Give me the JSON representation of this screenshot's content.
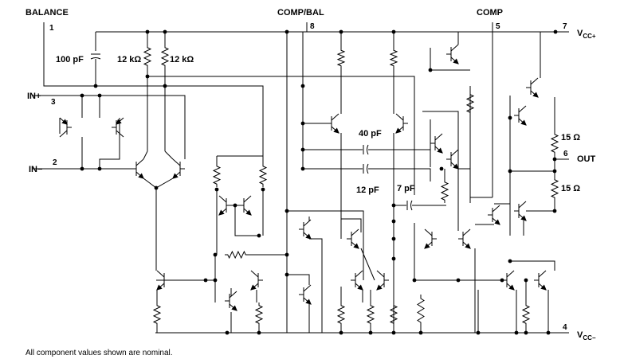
{
  "labels": {
    "balance": "BALANCE",
    "comp_bal": "COMP/BAL",
    "comp": "COMP",
    "in_plus": "IN+",
    "in_minus": "IN−",
    "vcc_plus": "V",
    "vcc_plus_sub": "CC+",
    "vcc_minus": "V",
    "vcc_minus_sub": "CC−",
    "out": "OUT"
  },
  "pins": {
    "p1": "1",
    "p2": "2",
    "p3": "3",
    "p4": "4",
    "p5": "5",
    "p6": "6",
    "p7": "7",
    "p8": "8"
  },
  "components": {
    "cap_100pf": "100 pF",
    "res_12k_a": "12 kΩ",
    "res_12k_b": "12 kΩ",
    "cap_40pf": "40 pF",
    "cap_12pf": "12 pF",
    "cap_7pf": "7 pF",
    "res_15_a": "15 Ω",
    "res_15_b": "15 Ω"
  },
  "footnote": "All component values shown are nominal.",
  "colors": {
    "ink": "#000000",
    "background": "#ffffff"
  }
}
